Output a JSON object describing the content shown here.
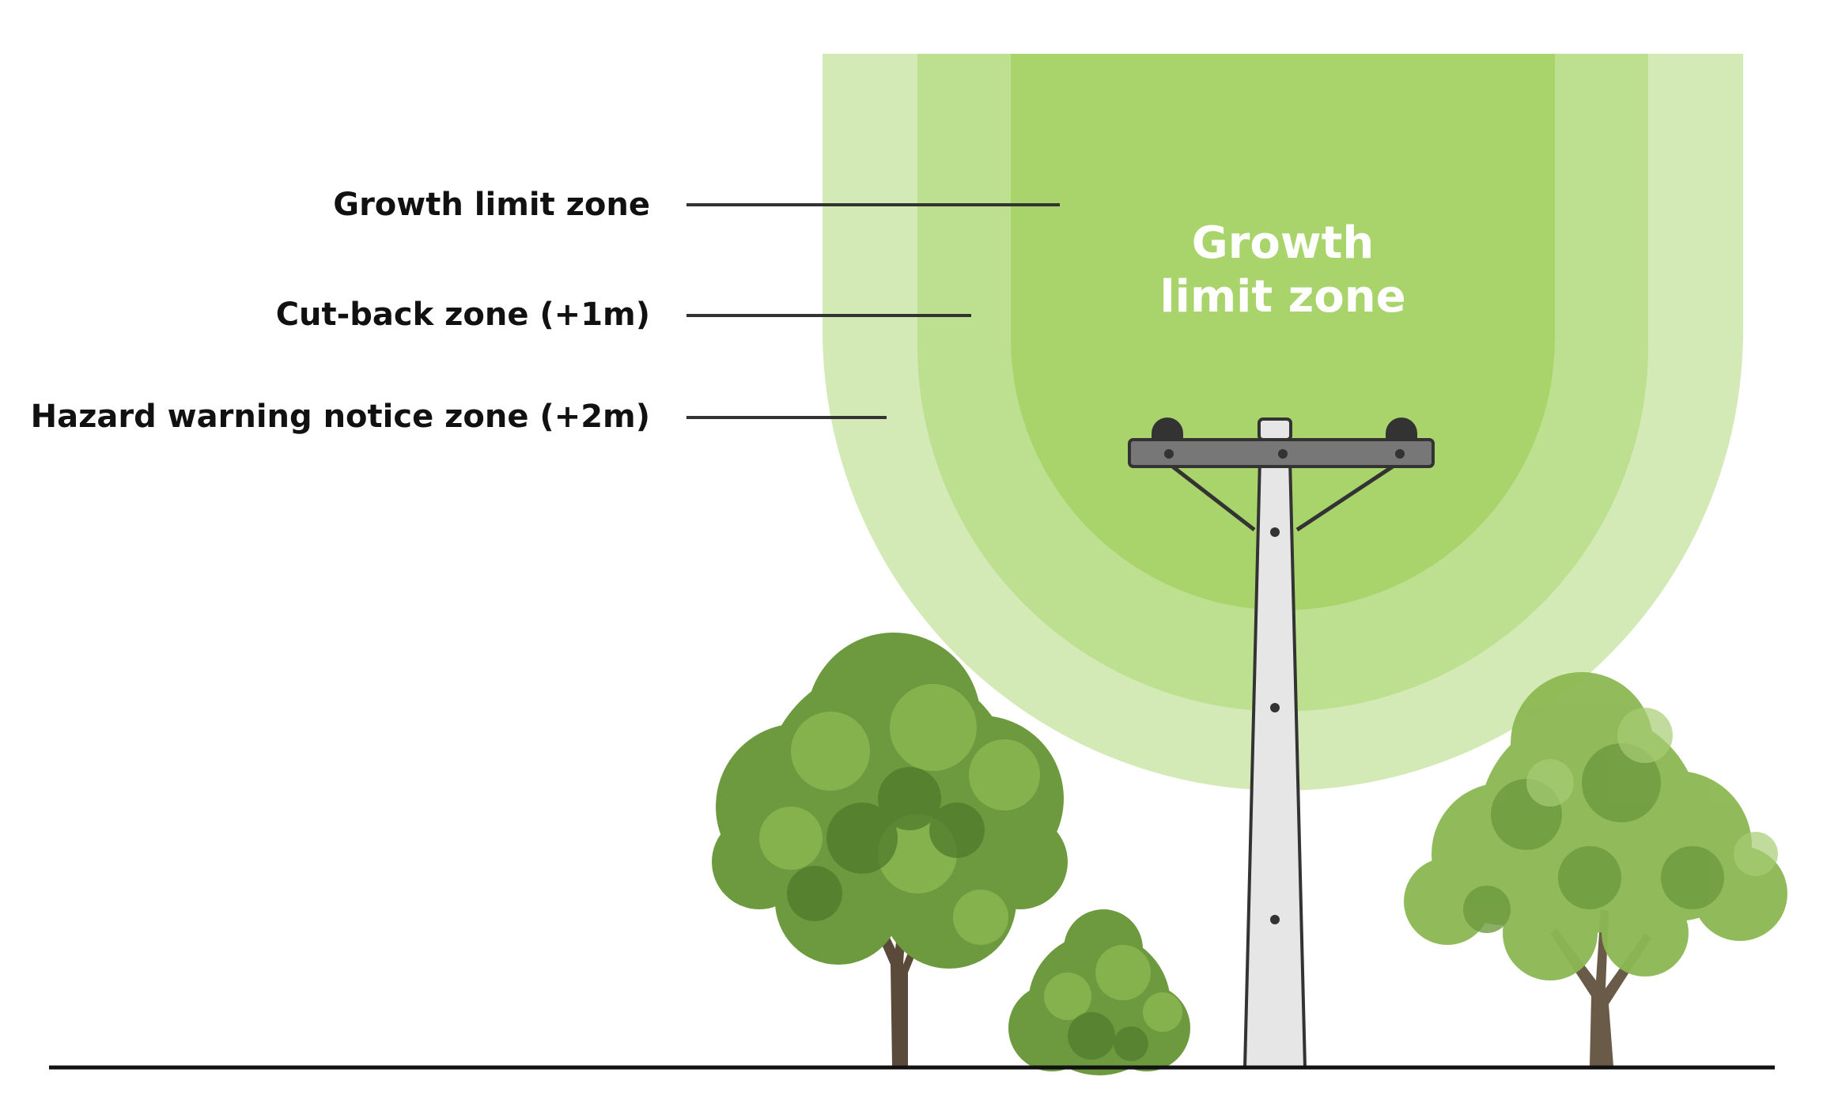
{
  "labels": {
    "growth_limit": "Growth limit zone",
    "cut_back": "Cut-back zone (+1m)",
    "hazard_warning": "Hazard warning notice zone (+2m)"
  },
  "zone_title": {
    "line1": "Growth",
    "line2": "limit zone"
  },
  "colors": {
    "growth_limit_zone": "#a8d46b",
    "cut_back_zone": "#bde090",
    "hazard_warning_zone": "#d3eab6",
    "pole_fill": "#e6e6e6",
    "pole_outline": "#333333",
    "crossarm": "#777777",
    "leader_line": "#333333",
    "ground": "#111111",
    "tree_foliage": "#6e9a3f"
  }
}
